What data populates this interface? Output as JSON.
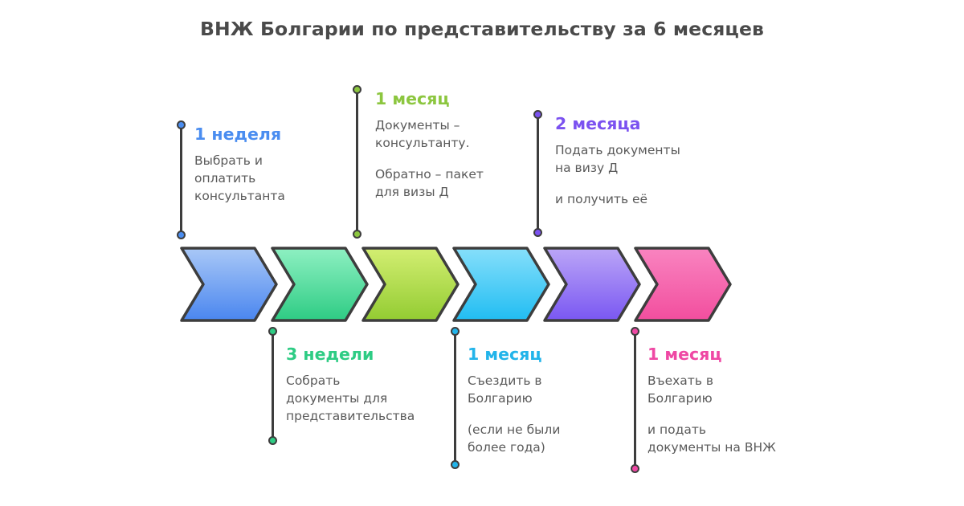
{
  "title": "ВНЖ Болгарии по представительству за 6 месяцев",
  "colors": {
    "title_text": "#4a4a4a",
    "body_text": "#5a5a5a",
    "connector_line": "#3d3d3d",
    "chevron_stroke": "#3d3d3d",
    "background": "#ffffff"
  },
  "steps": [
    {
      "index": 1,
      "position": "top",
      "heading": "1 неделя",
      "color": "#4a8df0",
      "chevron_gradient_from": "#a9c8f7",
      "chevron_gradient_to": "#4a86ef",
      "paragraphs": [
        "Выбрать и\nоплатить\nконсультанта"
      ]
    },
    {
      "index": 2,
      "position": "bottom",
      "heading": "3 недели",
      "color": "#2ecc84",
      "chevron_gradient_from": "#8ef0c2",
      "chevron_gradient_to": "#2ecc84",
      "paragraphs": [
        "Собрать\nдокументы для\nпредставительства"
      ]
    },
    {
      "index": 3,
      "position": "top",
      "heading": "1 месяц",
      "color": "#8cc63f",
      "chevron_gradient_from": "#d3ee72",
      "chevron_gradient_to": "#93cc32",
      "paragraphs": [
        "Документы –\nконсультанту.",
        "Обратно – пакет\nдля визы Д"
      ]
    },
    {
      "index": 4,
      "position": "bottom",
      "heading": "1 месяц",
      "color": "#22b4ea",
      "chevron_gradient_from": "#86dffb",
      "chevron_gradient_to": "#21bdf2",
      "paragraphs": [
        "Съездить в\nБолгарию",
        "(если не были\nболее года)"
      ]
    },
    {
      "index": 5,
      "position": "top",
      "heading": "2 месяца",
      "color": "#7b52f0",
      "chevron_gradient_from": "#bba6f7",
      "chevron_gradient_to": "#7a57f2",
      "paragraphs": [
        "Подать документы\nна визу Д",
        "и получить её"
      ]
    },
    {
      "index": 6,
      "position": "bottom",
      "heading": "1 месяц",
      "color": "#ef48a4",
      "chevron_gradient_from": "#f984c0",
      "chevron_gradient_to": "#f24e9e",
      "paragraphs": [
        "Въехать в\nБолгарию",
        "и подать\nдокументы на ВНЖ"
      ]
    }
  ]
}
